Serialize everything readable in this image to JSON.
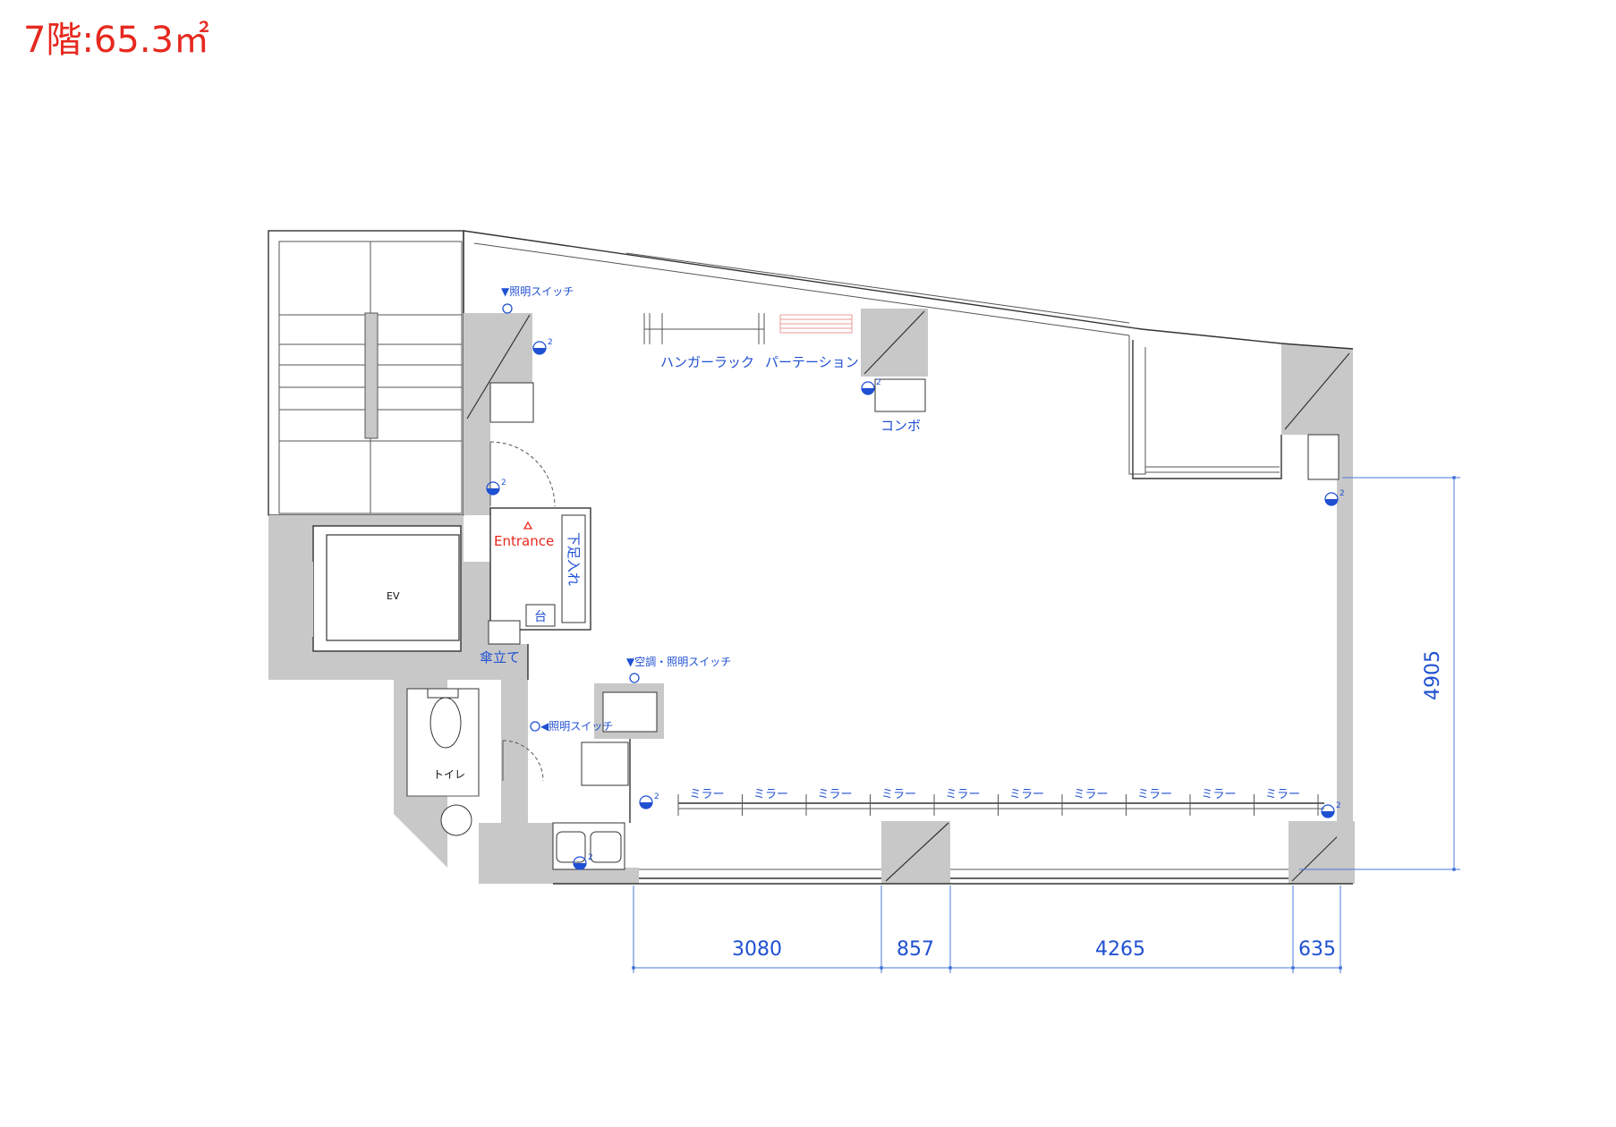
{
  "title": "7階:65.3㎡",
  "rooms": {
    "entrance": "Entrance",
    "elevator": "EV",
    "toilet": "トイレ",
    "shoe_cabinet": "下足入れ",
    "stand": "台",
    "umbrella_stand": "傘立て",
    "combo": "コンボ"
  },
  "furniture": {
    "hanger_rack": "ハンガーラック",
    "partition": "パーテーション"
  },
  "switches": {
    "top": "▼照明スイッチ",
    "ac_and_light": "▼空調・照明スイッチ",
    "side": "◀照明スイッチ"
  },
  "mirrors": [
    "ミラー",
    "ミラー",
    "ミラー",
    "ミラー",
    "ミラー",
    "ミラー",
    "ミラー",
    "ミラー",
    "ミラー",
    "ミラー"
  ],
  "ac_symbol_label": "2",
  "dimensions": {
    "bottom": [
      "3080",
      "857",
      "4265",
      "635"
    ],
    "right": "4905"
  },
  "colors": {
    "title": "#e6281e",
    "entrance": "#e6281e",
    "labels": "#1f50d2",
    "dimension_lines": "#4a78d8",
    "walls": "#c8c8c8"
  }
}
